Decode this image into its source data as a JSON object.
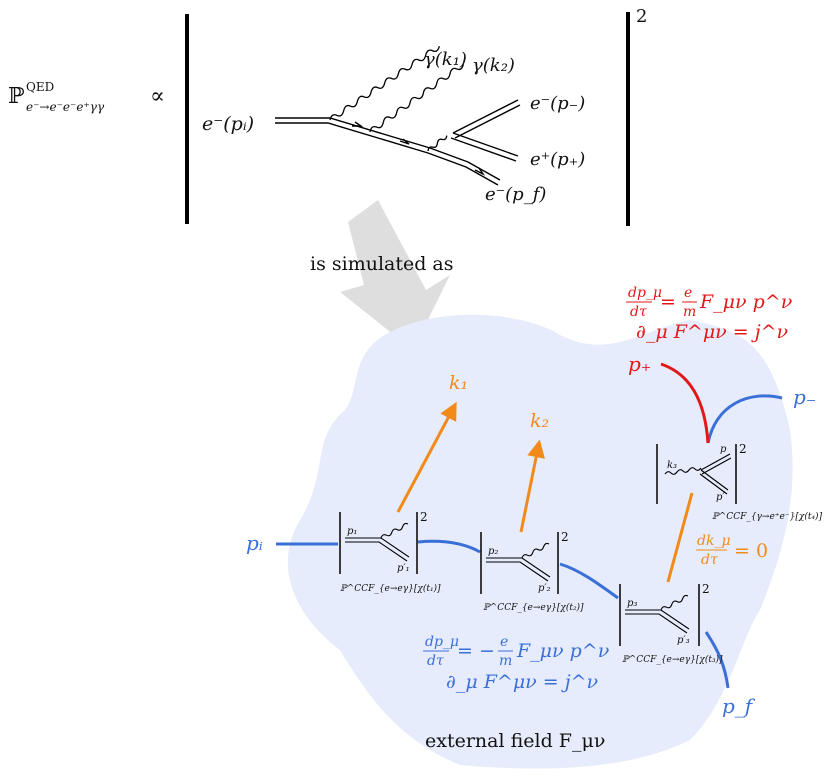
{
  "top": {
    "prob_main": "ℙ",
    "prob_sup": "QED",
    "prob_sub": "e⁻→e⁻e⁻e⁺γγ",
    "proportional": "∝",
    "in_label": "e⁻(pᵢ)",
    "k1_label": "γ(k₁)",
    "k2_label": "γ(k₂)",
    "eminus_label": "e⁻(p₋)",
    "eplus_label": "e⁺(p₊)",
    "ef_label": "e⁻(p_f)",
    "squared": "2"
  },
  "arrow_caption": "is simulated as",
  "eq_red": {
    "line1_lhs_num": "dp_μ",
    "line1_lhs_den": "dτ",
    "line1_eq": "=",
    "line1_frac_num": "e",
    "line1_frac_den": "m",
    "line1_rhs": "F_μν p^ν",
    "line2": "∂_μ F^μν = j^ν"
  },
  "eq_blue": {
    "line1_lhs_num": "dp_μ",
    "line1_lhs_den": "dτ",
    "line1_eq": "= −",
    "line1_frac_num": "e",
    "line1_frac_den": "m",
    "line1_rhs": "F_μν p^ν",
    "line2": "∂_μ F^μν = j^ν"
  },
  "eq_orange": {
    "lhs_num": "dk_μ",
    "lhs_den": "dτ",
    "rhs": "= 0"
  },
  "labels": {
    "k1": "k₁",
    "k2": "k₂",
    "p_plus": "p₊",
    "p_minus": "p₋",
    "p_i": "pᵢ",
    "p_f": "p_f",
    "external_field": "external field F_μν"
  },
  "vertices": [
    {
      "p_in": "p₁",
      "p_out": "p′₁",
      "prob": "ℙ^CCF_{e→eγ}[χ(t₁)]"
    },
    {
      "p_in": "p₂",
      "p_out": "p′₂",
      "prob": "ℙ^CCF_{e→eγ}[χ(t₂)]"
    },
    {
      "p_in": "p₃",
      "p_out": "p′₃",
      "prob": "ℙ^CCF_{e→eγ}[χ(t₃)]"
    },
    {
      "k_in": "k₃",
      "p_out1": "p",
      "p_out2": "p′",
      "prob": "ℙ^CCF_{γ→e⁺e⁻}[χ(t₄)]"
    }
  ],
  "squared": "2",
  "colors": {
    "electron": "#3a6fd8",
    "photon": "#f28a1a",
    "positron": "#e01818",
    "blob": "#e6ecfb",
    "arrow": "#dedede"
  }
}
